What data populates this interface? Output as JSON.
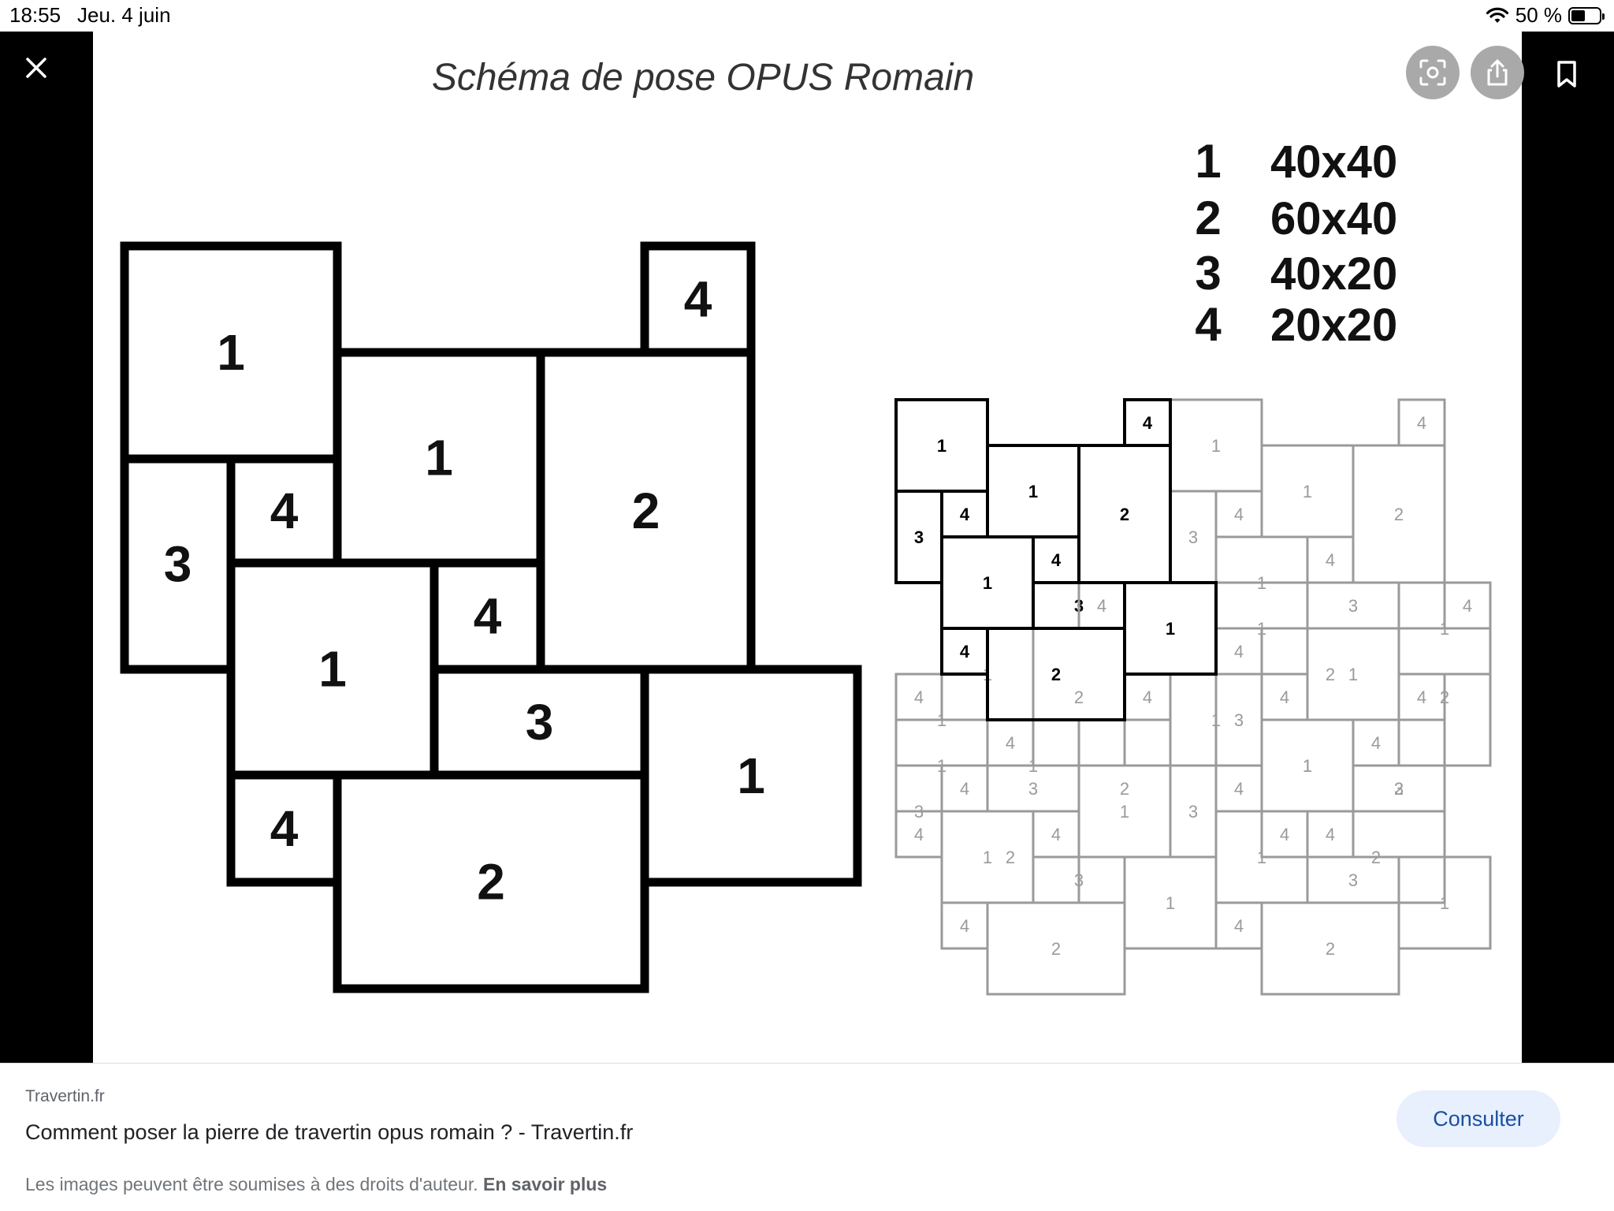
{
  "status_bar": {
    "time": "18:55",
    "date": "Jeu. 4 juin",
    "battery": "50 %",
    "battery_level": 0.5
  },
  "diagram": {
    "title": "Schéma de pose OPUS Romain",
    "legend": [
      {
        "num": "1",
        "size": "40x40"
      },
      {
        "num": "2",
        "size": "60x40"
      },
      {
        "num": "3",
        "size": "40x20"
      },
      {
        "num": "4",
        "size": "20x20"
      }
    ]
  },
  "viewer": {
    "close_icon": "close-icon",
    "lens_icon": "lens-icon",
    "share_icon": "share-icon",
    "bookmark_icon": "bookmark-icon"
  },
  "info": {
    "source": "Travertin.fr",
    "title": "Comment poser la pierre de travertin opus romain ? - Travertin.fr",
    "copyright": "Les images peuvent être soumises à des droits d'auteur.",
    "learn_more": "En savoir plus",
    "button": "Consulter"
  }
}
